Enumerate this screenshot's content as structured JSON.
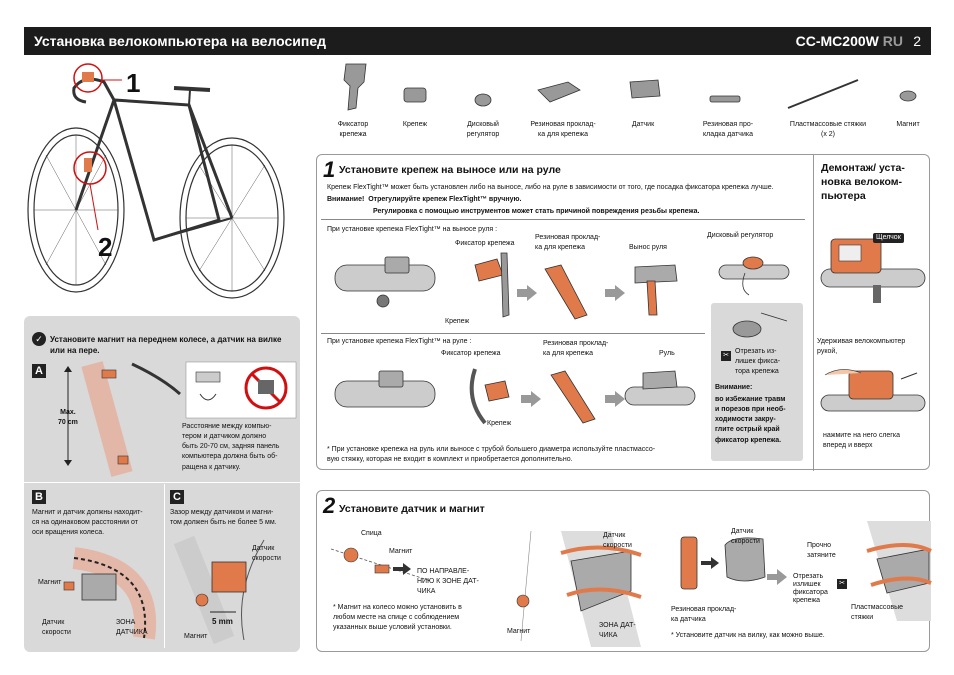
{
  "header": {
    "title": "Установка велокомпьютера на велосипед",
    "model": "CC-MC200W",
    "lang": "RU",
    "page": "2"
  },
  "bike_callouts": {
    "one": "1",
    "two": "2"
  },
  "parts": [
    {
      "label": "Фиксатор\nкрепежа"
    },
    {
      "label": "Крепеж"
    },
    {
      "label": "Дисковый\nрегулятор"
    },
    {
      "label": "Резиновая проклад-\nка для крепежа"
    },
    {
      "label": "Датчик"
    },
    {
      "label": "Резиновая про-\nкладка датчика"
    },
    {
      "label": "Пластмассовые стяжки\n(x 2)"
    },
    {
      "label": "Магнит"
    }
  ],
  "step1": {
    "num": "1",
    "title": "Установите крепеж на выносе или на руле",
    "intro": "Крепеж FlexTight™ может быть установлен либо на выносе, либо на руле в зависимости от того, где посадка фиксатора крепежа лучше.",
    "warning_label": "Внимание!",
    "warning_text": "Отрегулируйте крепеж FlexTight™ вручную.",
    "warning_text2": "Регулировка с помощью инструментов может стать причиной повреждения резьбы крепежа.",
    "stem_heading": "При установке крепежа FlexTight™ на выносе руля :",
    "stem_labels": {
      "fixer": "Фиксатор крепежа",
      "mount": "Крепеж",
      "rubber": "Резиновая проклад-\nка для крепежа",
      "stem": "Вынос руля"
    },
    "bar_heading": "При установке крепежа FlexTight™ на руле :",
    "bar_labels": {
      "fixer": "Фиксатор крепежа",
      "mount": "Крепеж",
      "rubber": "Резиновая проклад-\nка для крепежа",
      "bar": "Руль"
    },
    "dial_label": "Дисковый регулятор",
    "cut_label": "Отрезать из-\nлишек фикса-\nтора крепежа",
    "caution_label": "Внимание:",
    "caution_text": "во избежание травм\nи порезов при необ-\nходимости закру-\nглите острый край\nфиксатор крепежа.",
    "footnote": "*  При установке крепежа на руль или выносе с трубой большего диаметра используйте пластмассо-\n   вую стяжку, которая не входит в комплект и приобретается дополнительно."
  },
  "removal": {
    "title": "Демонтаж/ уста-\nновка велоком-\nпьютера",
    "click": "Щелчок",
    "hold": "Удерживая велокомпьютер\nрукой,",
    "push": "нажмите на него слегка\nвперед и вверх"
  },
  "magnet_box": {
    "heading": "Установите магнит на переднем колесе, а датчик на вилке или на пере.",
    "a": "A",
    "max": "Max.\n70 cm",
    "a_text": "Расстояние между компью-\nтером и датчиком должно\nбыть 20-70 см, задняя панель\nкомпьютера должна быть об-\nращена к датчику.",
    "b": "B",
    "b_text": "Магнит и датчик должны находит-\nся на одинаковом расстоянии от\nоси вращения колеса.",
    "b_labels": {
      "magnet": "Магнит",
      "sensor": "Датчик\nскорости",
      "zone": "ЗОНА\nДАТЧИКА"
    },
    "c": "C",
    "c_text": "Зазор между датчиком и магни-\nтом должен быть не более 5 мм.",
    "c_labels": {
      "sensor": "Датчик\nскорости",
      "magnet": "Магнит",
      "gap": "5 mm"
    }
  },
  "step2": {
    "num": "2",
    "title": "Установите датчик и магнит",
    "spoke": "Спица",
    "magnet": "Магнит",
    "direction": "ПО НАПРАВЛЕ-\nНИЮ К ЗОНЕ ДАТ-\nЧИКА",
    "magnet_note": "*  Магнит на колесо можно установить в\n   любом месте на спице с соблюдением\n   указанных выше условий установки.",
    "magnet2": "Магнит",
    "sensor_speed": "Датчик\nскорости",
    "sensor_zone": "ЗОНА ДАТ-\nЧИКА",
    "sensor_speed2": "Датчик\nскорости",
    "rubber": "Резиновая проклад-\nка датчика",
    "fork_note": "*  Установите датчик на вилку, как можно выше.",
    "tighten": "Прочно\nзатяните",
    "cut": "Отрезать\nизлишек\nфиксатора\nкрепежа",
    "ties": "Пластмассовые\nстяжки"
  },
  "colors": {
    "accent": "#e07a4a",
    "dark": "#1c1c1c",
    "gray": "#d9d9d9"
  }
}
